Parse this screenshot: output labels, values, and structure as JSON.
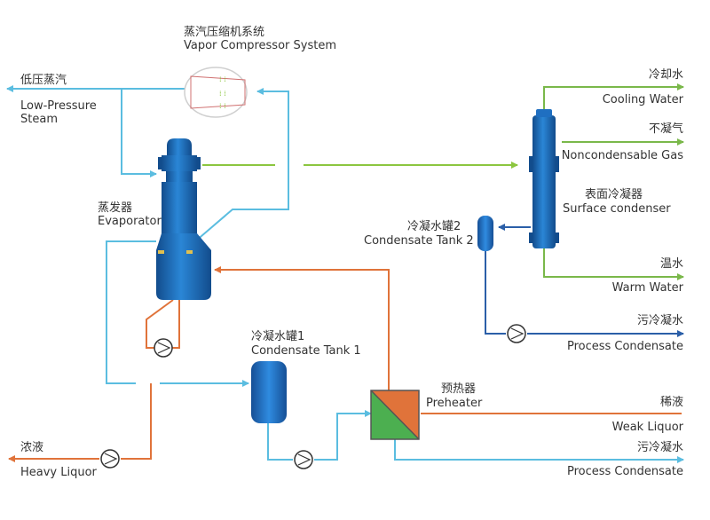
{
  "labels": {
    "vapor_compressor_cn": "蒸汽压缩机系统",
    "vapor_compressor_en": "Vapor Compressor System",
    "low_pressure_cn": "低压蒸汽",
    "low_pressure_en_1": "Low-Pressure",
    "low_pressure_en_2": "Steam",
    "evaporator_cn": "蒸发器",
    "evaporator_en": "Evaporator",
    "cooling_water_cn": "冷却水",
    "cooling_water_en": "Cooling Water",
    "noncondensable_cn": "不凝气",
    "noncondensable_en": "Noncondensable Gas",
    "surface_condenser_cn": "表面冷凝器",
    "surface_condenser_en": "Surface condenser",
    "tank2_cn": "冷凝水罐2",
    "tank2_en": "Condensate Tank 2",
    "warm_water_cn": "温水",
    "warm_water_en": "Warm Water",
    "process_cond_top_cn": "污冷凝水",
    "process_cond_top_en": "Process Condensate",
    "tank1_cn": "冷凝水罐1",
    "tank1_en": "Condensate Tank 1",
    "preheater_cn": "预热器",
    "preheater_en": "Preheater",
    "weak_liquor_cn": "稀液",
    "weak_liquor_en": "Weak Liquor",
    "heavy_liquor_cn": "浓液",
    "heavy_liquor_en": "Heavy Liquor",
    "process_cond_bottom_cn": "污冷凝水",
    "process_cond_bottom_en": "Process Condensate"
  },
  "colors": {
    "steam_line": "#5bbde0",
    "vapor_line": "#8cc63f",
    "cooling_line": "#7ab84a",
    "liquor_line": "#e0733a",
    "condensate_line": "#2b5fa8",
    "vessel": "#1f6fc1",
    "vessel_dark": "#124c8c",
    "preheater_green": "#4caf50",
    "preheater_orange": "#e0733a"
  }
}
